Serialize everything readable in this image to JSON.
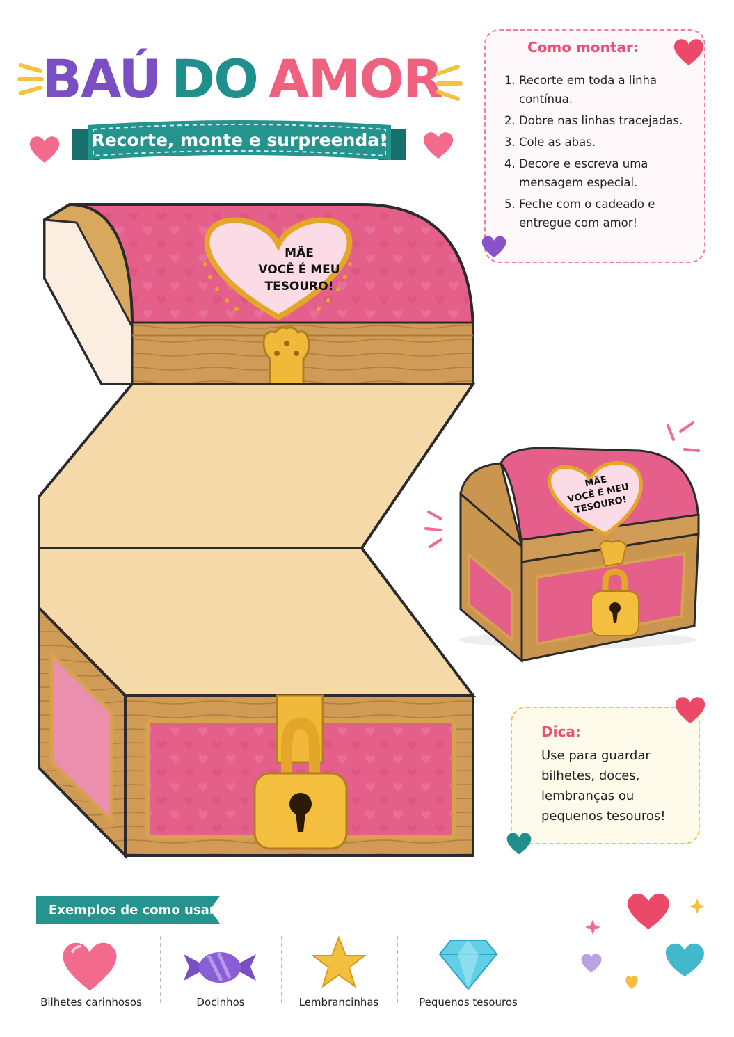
{
  "header": {
    "title_part1": "BAÚ",
    "title_part2": "DO",
    "title_part3": "AMOR",
    "subtitle": "Recorte, monte e surpreenda!"
  },
  "colors": {
    "purple": "#7a4fc4",
    "teal": "#1f8f8b",
    "pink": "#f0617f",
    "lid_pink": "#e4608a",
    "wood": "#c9954f",
    "inside": "#f6d9a8",
    "gold": "#f1b93a"
  },
  "instructions": {
    "heading": "Como montar:",
    "steps": [
      "Recorte em toda a linha contínua.",
      "Dobre nas linhas tracejadas.",
      "Cole as abas.",
      "Decore e escreva uma mensagem especial.",
      "Feche com o cadeado e entregue com amor!"
    ]
  },
  "heart_label": {
    "line1": "MÃE",
    "line2": "VOCÊ É MEU",
    "line3": "TESOURO!"
  },
  "tip": {
    "heading": "Dica:",
    "text": "Use para guardar bilhetes, doces, lembranças ou pequenos tesouros!"
  },
  "examples": {
    "heading": "Exemplos de como usar:",
    "items": [
      {
        "label": "Bilhetes carinhosos",
        "icon": "heart-icon"
      },
      {
        "label": "Docinhos",
        "icon": "candy-icon"
      },
      {
        "label": "Lembrancinhas",
        "icon": "star-icon"
      },
      {
        "label": "Pequenos tesouros",
        "icon": "diamond-icon"
      }
    ]
  }
}
